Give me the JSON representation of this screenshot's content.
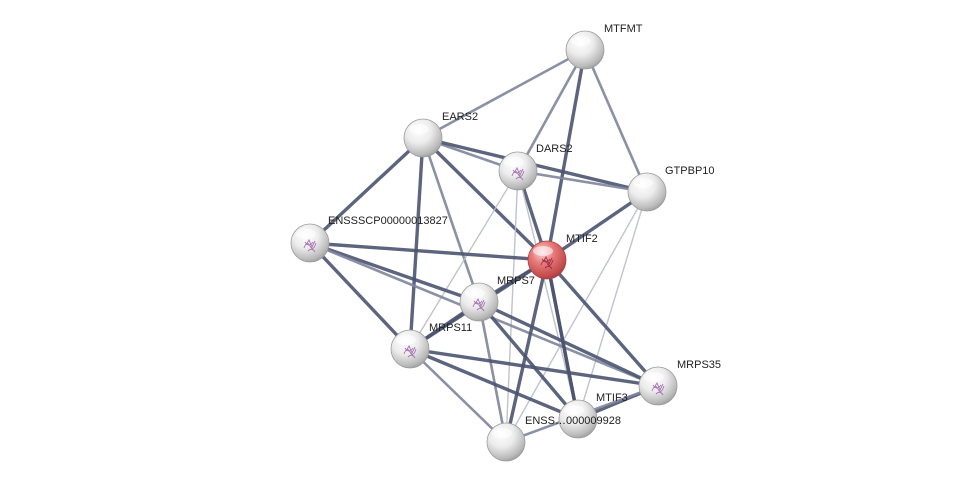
{
  "network": {
    "query_protein": "MTIF2",
    "colors": {
      "query_node": "#e87a7a",
      "partner_node": "#e8e8e8",
      "edge_strong": "#4b5370",
      "edge_medium": "#7e849b",
      "edge_weak": "#b8bcc8"
    },
    "nodes": [
      {
        "id": "MTFMT",
        "label": "MTFMT",
        "structure": false
      },
      {
        "id": "EARS2",
        "label": "EARS2",
        "structure": false
      },
      {
        "id": "DARS2",
        "label": "DARS2",
        "structure": true
      },
      {
        "id": "GTPBP10",
        "label": "GTPBP10",
        "structure": false
      },
      {
        "id": "ENSSSCP00000013827",
        "label": "ENSSSCP00000013827",
        "structure": true
      },
      {
        "id": "MTIF2",
        "label": "MTIF2",
        "structure": true
      },
      {
        "id": "MRPS7",
        "label": "MRPS7",
        "structure": true
      },
      {
        "id": "MRPS11",
        "label": "MRPS11",
        "structure": true
      },
      {
        "id": "MRPS35",
        "label": "MRPS35",
        "structure": true
      },
      {
        "id": "MTIF3",
        "label": "MTIF3",
        "structure": false
      },
      {
        "id": "ENSSSCP00000009928",
        "label": "ENSS…000009928",
        "structure": true
      },
      {
        "id": "UNLABELED_BOTTOM",
        "label": "",
        "structure": false
      }
    ],
    "edges": [
      {
        "source": "MTFMT",
        "target": "EARS2",
        "strength": "medium"
      },
      {
        "source": "MTFMT",
        "target": "DARS2",
        "strength": "medium"
      },
      {
        "source": "MTFMT",
        "target": "MTIF2",
        "strength": "strong"
      },
      {
        "source": "MTFMT",
        "target": "GTPBP10",
        "strength": "medium"
      },
      {
        "source": "EARS2",
        "target": "DARS2",
        "strength": "medium"
      },
      {
        "source": "EARS2",
        "target": "GTPBP10",
        "strength": "strong"
      },
      {
        "source": "EARS2",
        "target": "ENSSSCP00000013827",
        "strength": "strong"
      },
      {
        "source": "EARS2",
        "target": "MTIF2",
        "strength": "strong"
      },
      {
        "source": "EARS2",
        "target": "MRPS7",
        "strength": "medium"
      },
      {
        "source": "EARS2",
        "target": "MRPS11",
        "strength": "strong"
      },
      {
        "source": "DARS2",
        "target": "GTPBP10",
        "strength": "medium"
      },
      {
        "source": "DARS2",
        "target": "MTIF2",
        "strength": "strong"
      },
      {
        "source": "DARS2",
        "target": "MRPS11",
        "strength": "weak"
      },
      {
        "source": "DARS2",
        "target": "UNLABELED_BOTTOM",
        "strength": "weak"
      },
      {
        "source": "DARS2",
        "target": "MTIF3",
        "strength": "weak"
      },
      {
        "source": "GTPBP10",
        "target": "MTIF2",
        "strength": "strong"
      },
      {
        "source": "GTPBP10",
        "target": "UNLABELED_BOTTOM",
        "strength": "weak"
      },
      {
        "source": "GTPBP10",
        "target": "MTIF3",
        "strength": "weak"
      },
      {
        "source": "ENSSSCP00000013827",
        "target": "MTIF2",
        "strength": "strong"
      },
      {
        "source": "ENSSSCP00000013827",
        "target": "MRPS7",
        "strength": "strong"
      },
      {
        "source": "ENSSSCP00000013827",
        "target": "MRPS11",
        "strength": "strong"
      },
      {
        "source": "ENSSSCP00000013827",
        "target": "MRPS35",
        "strength": "medium"
      },
      {
        "source": "MTIF2",
        "target": "MRPS7",
        "strength": "strong"
      },
      {
        "source": "MTIF2",
        "target": "MRPS11",
        "strength": "strong"
      },
      {
        "source": "MTIF2",
        "target": "MRPS35",
        "strength": "strong"
      },
      {
        "source": "MTIF2",
        "target": "MTIF3",
        "strength": "strong"
      },
      {
        "source": "MTIF2",
        "target": "UNLABELED_BOTTOM",
        "strength": "strong"
      },
      {
        "source": "MTIF2",
        "target": "ENSSSCP00000009928",
        "strength": "strong"
      },
      {
        "source": "MRPS7",
        "target": "MRPS11",
        "strength": "strong"
      },
      {
        "source": "MRPS7",
        "target": "MRPS35",
        "strength": "strong"
      },
      {
        "source": "MRPS7",
        "target": "MTIF3",
        "strength": "strong"
      },
      {
        "source": "MRPS7",
        "target": "UNLABELED_BOTTOM",
        "strength": "medium"
      },
      {
        "source": "MRPS11",
        "target": "MRPS35",
        "strength": "strong"
      },
      {
        "source": "MRPS11",
        "target": "MTIF3",
        "strength": "strong"
      },
      {
        "source": "MRPS11",
        "target": "UNLABELED_BOTTOM",
        "strength": "medium"
      },
      {
        "source": "MRPS35",
        "target": "MTIF3",
        "strength": "strong"
      },
      {
        "source": "MRPS35",
        "target": "UNLABELED_BOTTOM",
        "strength": "medium"
      }
    ]
  }
}
